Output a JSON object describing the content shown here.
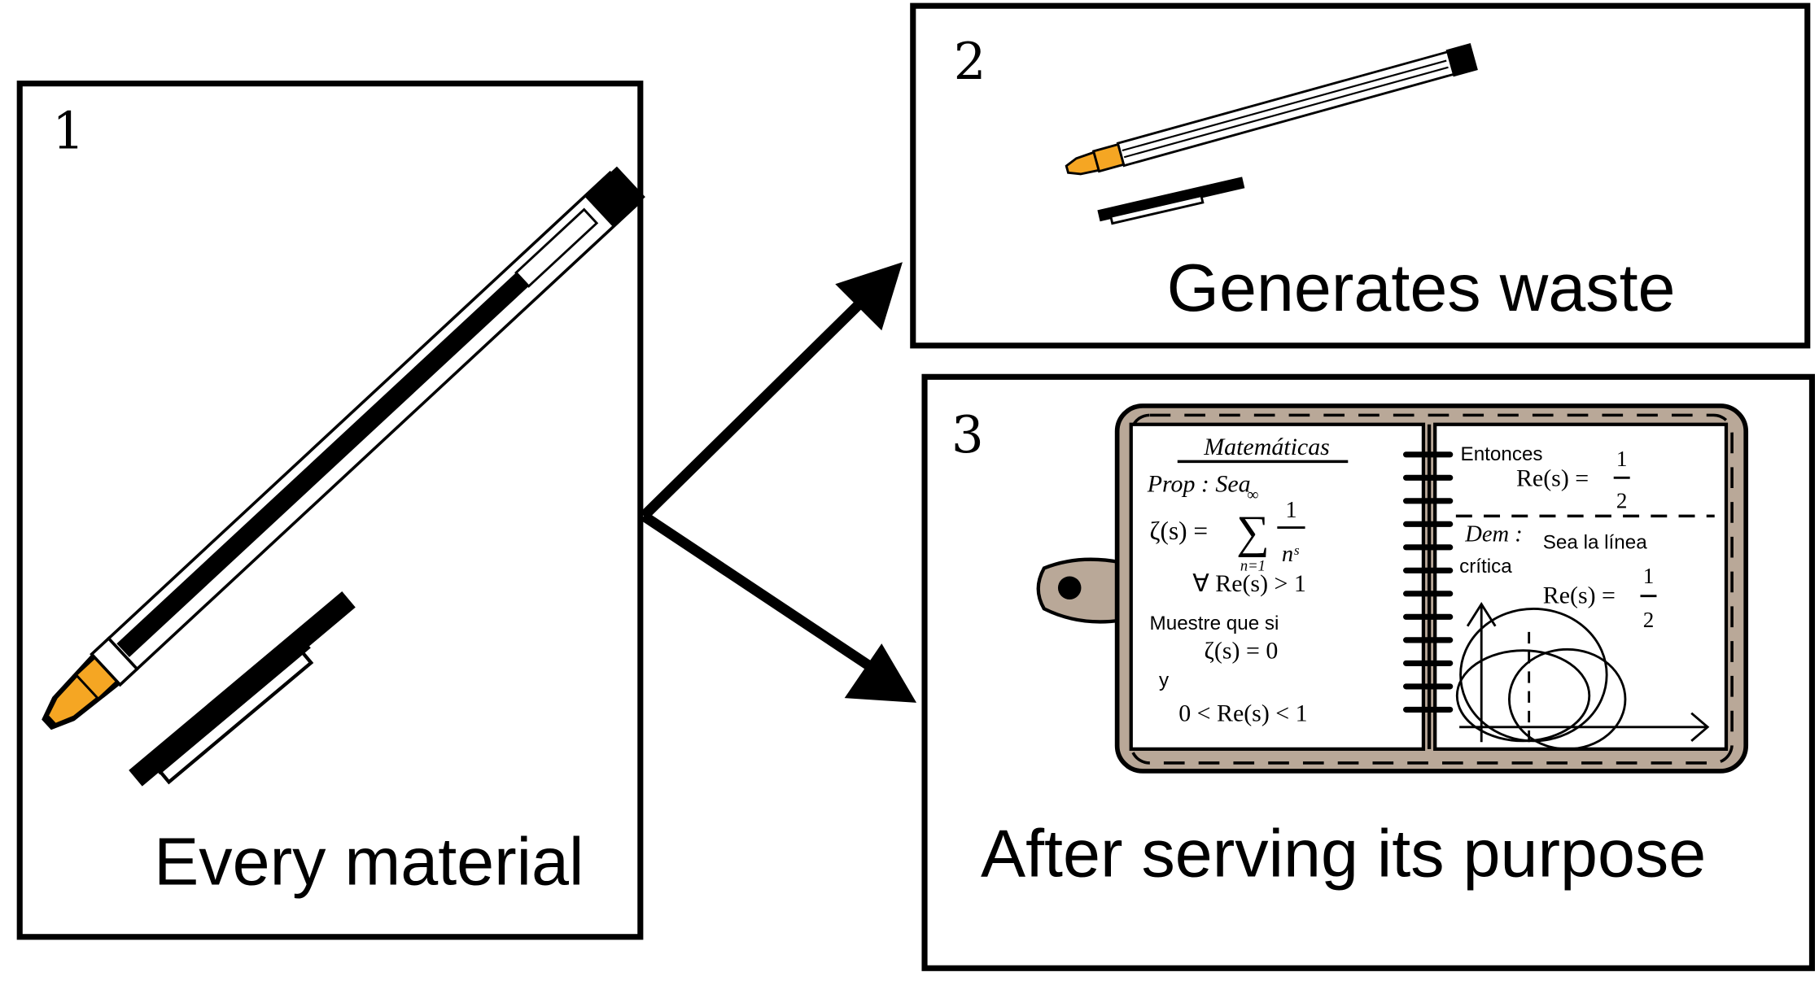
{
  "panels": [
    {
      "number": "1",
      "caption": "Every material"
    },
    {
      "number": "2",
      "caption": "Generates waste"
    },
    {
      "number": "3",
      "caption": "After serving its purpose"
    }
  ],
  "notebook": {
    "left_page": {
      "title": "Matemáticas",
      "prop": "Prop :  Sea",
      "zeta_lhs": "ζ(s) =",
      "sum_symbol": "∑",
      "sum_upper": "∞",
      "sum_lower": "n=1",
      "frac_num": "1",
      "frac_den": "nˢ",
      "condition": "∀ Re(s) > 1",
      "show": "Muestre que si",
      "zero": "ζ(s) = 0",
      "and": "y",
      "strip": "0 <  Re(s) < 1"
    },
    "right_page": {
      "then": "Entonces",
      "result_lhs": "Re(s) =",
      "result_num": "1",
      "result_den": "2",
      "dem": "Dem :",
      "dem_text": "Sea la línea",
      "dem_text2": "crítica",
      "line_lhs": "Re(s) =",
      "line_num": "1",
      "line_den": "2"
    }
  },
  "colors": {
    "pen_tip": "#f5a623",
    "notebook_cover": "#b9a898",
    "ink": "#000000"
  }
}
